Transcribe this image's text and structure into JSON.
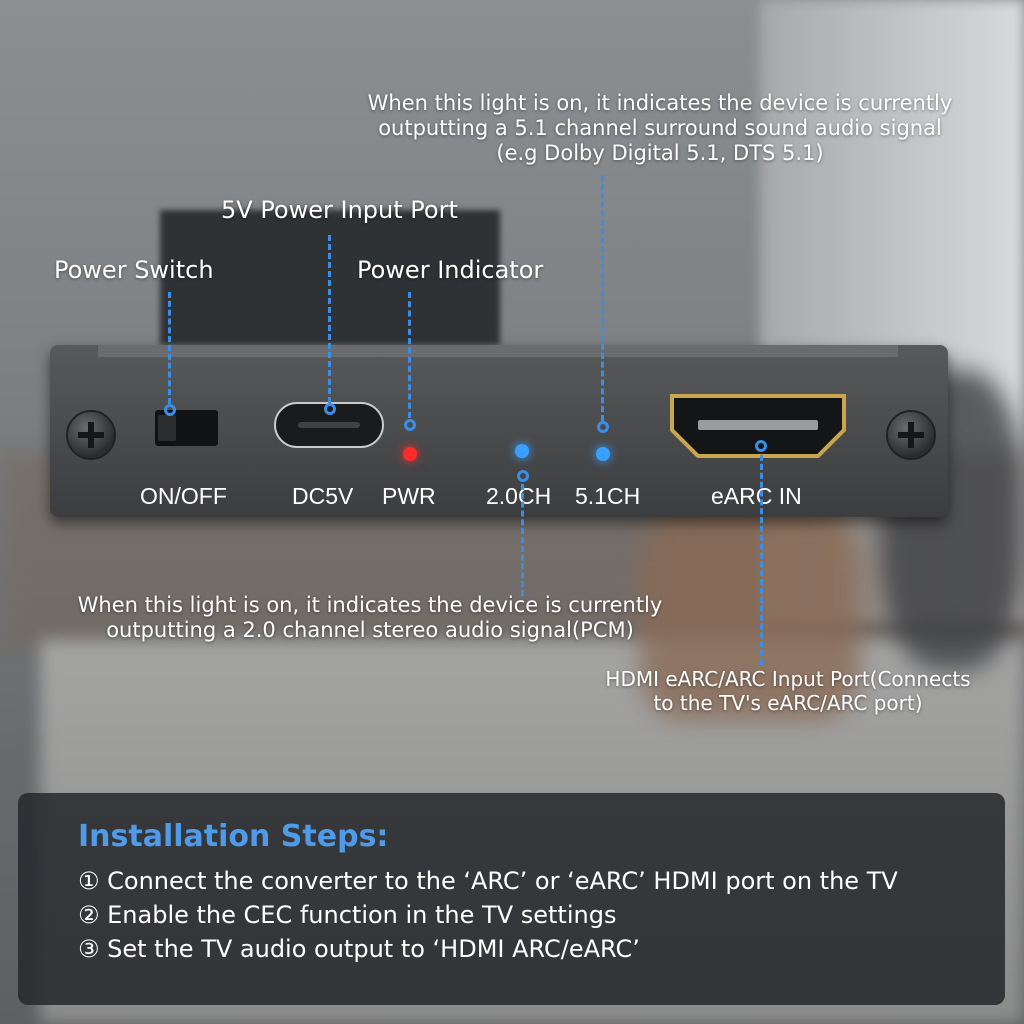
{
  "annotations": {
    "surround_light": [
      "When this light is on, it indicates the device is currently",
      "outputting a 5.1 channel surround sound audio signal",
      "(e.g Dolby Digital 5.1, DTS 5.1)"
    ],
    "power_input_port": "5V Power Input Port",
    "power_switch": "Power Switch",
    "power_indicator": "Power Indicator",
    "stereo_light": [
      "When this light is on, it indicates the device is currently",
      "outputting a 2.0 channel stereo audio signal(PCM)"
    ],
    "hdmi_input": [
      "HDMI eARC/ARC Input Port(Connects",
      "to the TV's eARC/ARC port)"
    ]
  },
  "device_labels": {
    "on_off": "ON/OFF",
    "dc5v": "DC5V",
    "pwr": "PWR",
    "ch20": "2.0CH",
    "ch51": "5.1CH",
    "earc_in": "eARC IN"
  },
  "installation": {
    "title": "Installation Steps:",
    "steps": [
      "① Connect the converter to the ‘ARC’ or ‘eARC’ HDMI port on the TV",
      "② Enable the CEC function in the TV settings",
      "③ Set the TV audio output to ‘HDMI ARC/eARC’"
    ]
  },
  "colors": {
    "accent_blue": "#3b8ee8",
    "title_blue": "#4f9be8",
    "power_led": "#ff2a2a",
    "channel_led": "#3aa0ff"
  }
}
